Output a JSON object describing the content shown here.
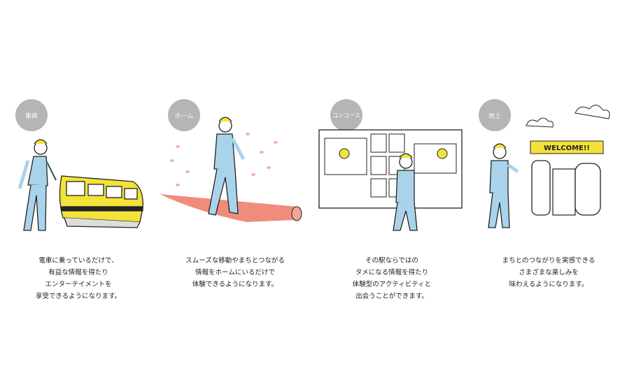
{
  "panels": [
    {
      "badge": "車両",
      "caption": "電車に乗っているだけで、\n有益な情報を得たり\nエンターテイメントを\n享受できるようになります。"
    },
    {
      "badge": "ホーム",
      "caption": "スムーズな移動やまちとつながる\n情報をホームにいるだけで\n体験できるようになります。"
    },
    {
      "badge": "コンコース",
      "caption": "その駅ならではの\nタメになる情報を得たり\n体験型のアクティビティと\n出会うことができます。"
    },
    {
      "badge": "地上",
      "caption": "まちとのつながりを実感できる\nさまざまな楽しみを\n味わえるようになります。",
      "banner_text": "WELCOME!!"
    }
  ],
  "colors": {
    "badge": "#b5b5b5",
    "suit": "#a9d3ea",
    "hair": "#f3e23a",
    "train": "#f3e23a",
    "carpet": "#f08c7c",
    "petal": "#f2b2a8"
  }
}
